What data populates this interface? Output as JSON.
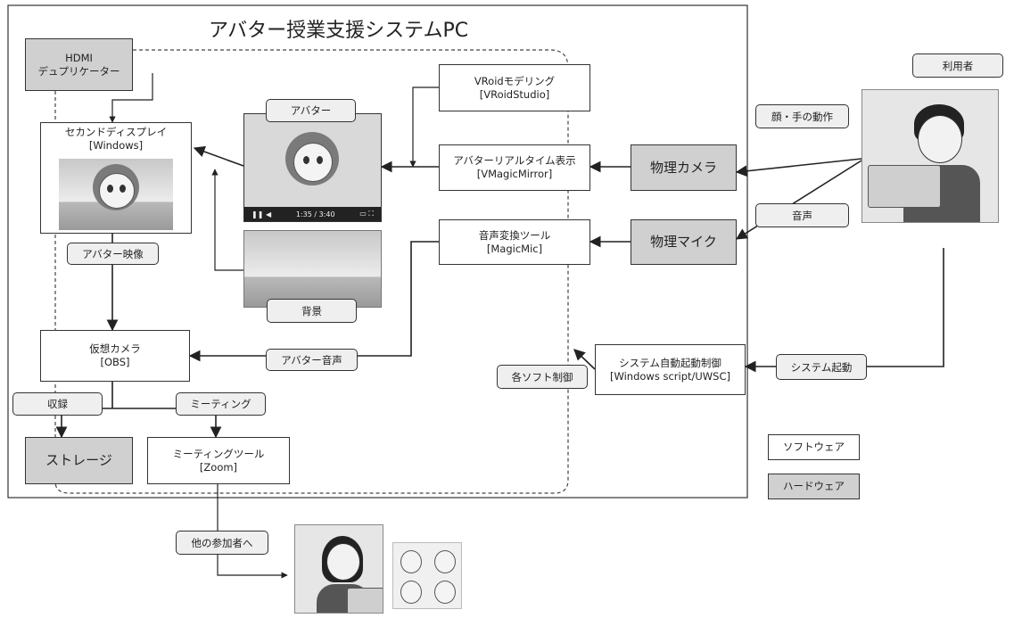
{
  "title": "アバター授業支援システムPC",
  "boxes": {
    "hdmi": [
      "HDMI",
      "デュプリケーター"
    ],
    "second_display": [
      "セカンドディスプレイ",
      "[Windows]"
    ],
    "vroid": [
      "VRoidモデリング",
      "[VRoidStudio]"
    ],
    "avatar_realtime": [
      "アバターリアルタイム表示",
      "[VMagicMirror]"
    ],
    "voice_changer": [
      "音声変換ツール",
      "[MagicMic]"
    ],
    "phys_camera": "物理カメラ",
    "phys_mic": "物理マイク",
    "virtual_camera": [
      "仮想カメラ",
      "[OBS]"
    ],
    "storage": "ストレージ",
    "meeting_tool": [
      "ミーティングツール",
      "[Zoom]"
    ],
    "auto_start": [
      "システム自動起動制御",
      "[Windows script/UWSC]"
    ]
  },
  "labels": {
    "avatar": "アバター",
    "avatar_video": "アバター映像",
    "background": "背景",
    "avatar_voice": "アバター音声",
    "record": "収録",
    "meeting": "ミーティング",
    "face_hand": "顔・手の動作",
    "voice": "音声",
    "system_start": "システム起動",
    "software_control": "各ソフト制御",
    "user": "利用者",
    "to_participants": "他の参加者へ"
  },
  "player": {
    "time": "1:35 / 3:40"
  },
  "legend": {
    "software": "ソフトウェア",
    "hardware": "ハードウェア"
  },
  "colors": {
    "hardware_fill": "#d0d0d0",
    "label_fill": "#efefef",
    "line": "#222222"
  }
}
